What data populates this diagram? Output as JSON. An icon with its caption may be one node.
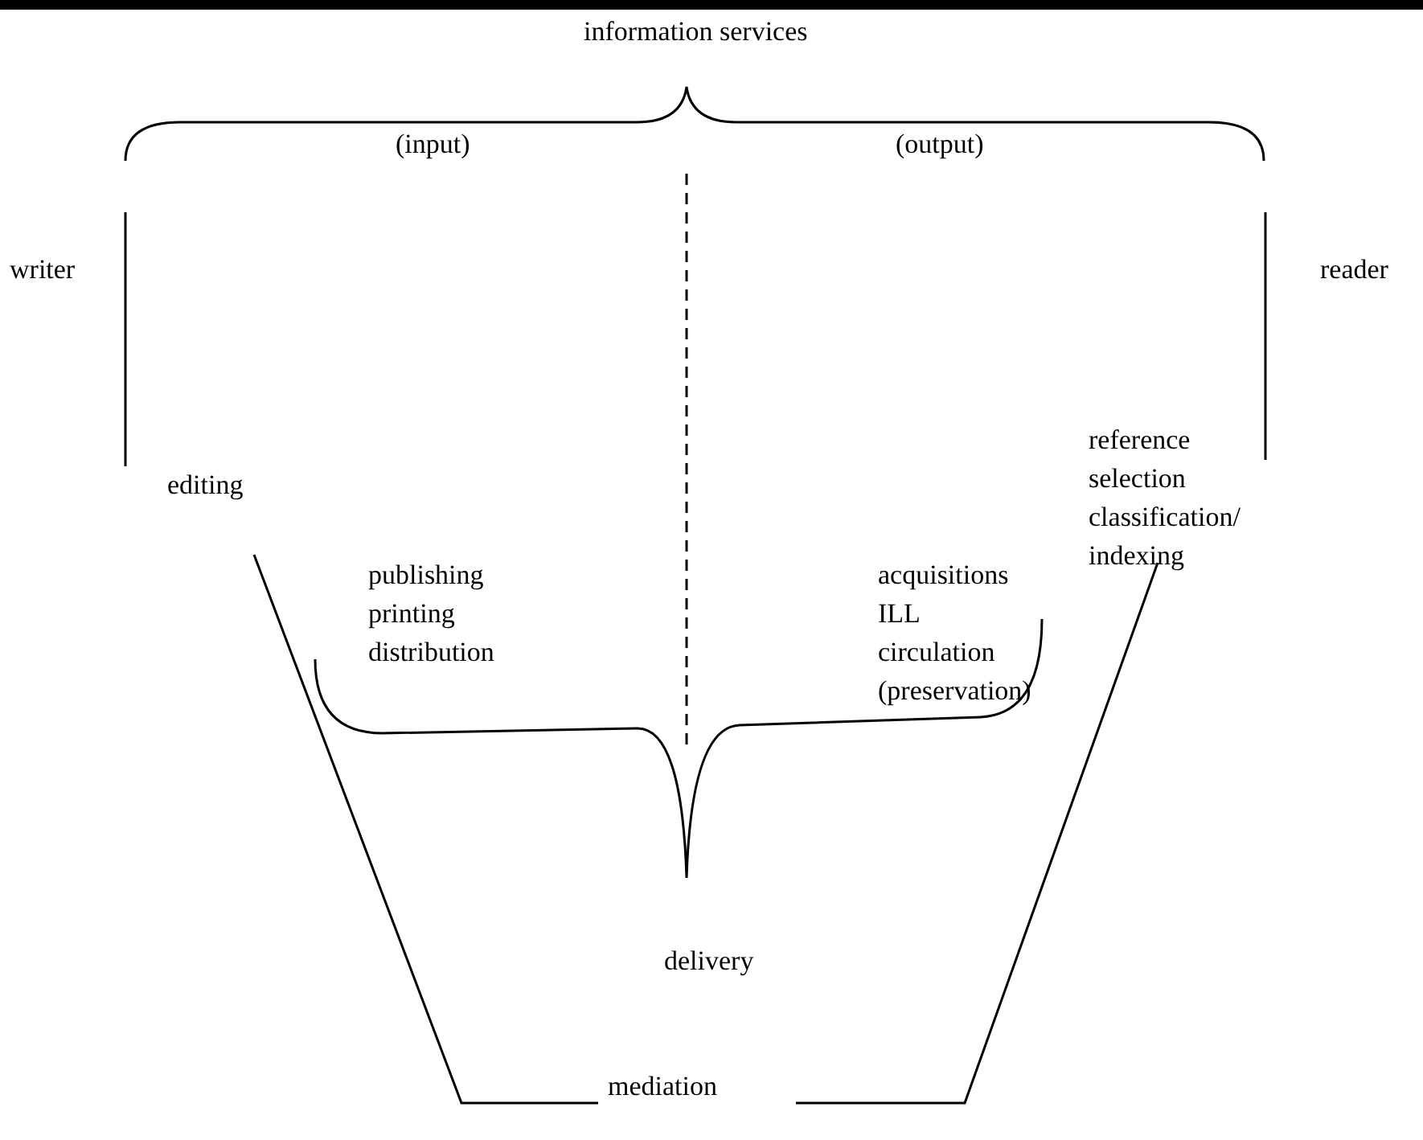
{
  "diagram": {
    "labels": [
      "information services",
      "(input)",
      "(output)",
      "writer",
      "reader",
      "reference",
      "selection",
      "classification/ indexing",
      "editing",
      "publishing",
      "acquisitions",
      "printing",
      "ILL",
      "distribution",
      "circulation",
      "(preservation)",
      "delivery",
      "mediation"
    ]
  }
}
